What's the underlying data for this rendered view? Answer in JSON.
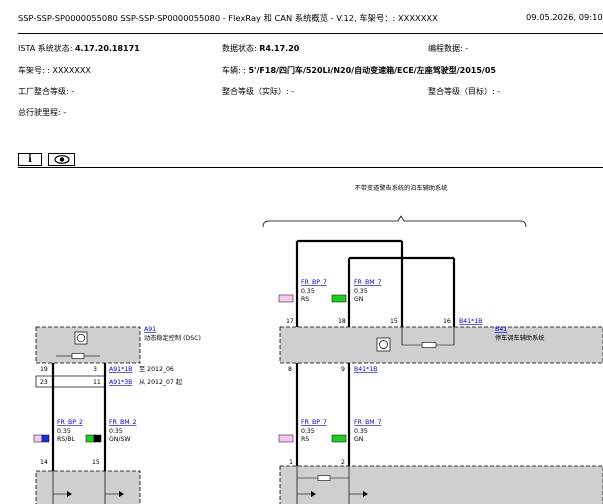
{
  "header": {
    "title": "SSP-SSP-SP0000055080  SSP-SSP-SP0000055080  - FlexRay 和 CAN 系统概览 - V.12, 车架号：: XXXXXXX",
    "date": "09.05.2026,  09:10"
  },
  "info": {
    "ista_label": "ISTA 系统状态: ",
    "ista_value": "4.17.20.18171",
    "data_label": "数据状态: ",
    "data_value": "R4.17.20",
    "edit_label": "编程数据: -",
    "vin_label": "车架号: : XXXXXXX",
    "vehicle_label": "车辆: : ",
    "vehicle_value": "5'/F18/四门车/520Li/N20/自动变速箱/ECE/左座驾驶型/2015/05",
    "factory_label": "工厂整合等级: -",
    "ilevel_actual_label": "整合等级（实际）: -",
    "ilevel_target_label": "整合等级（目标）: -",
    "mileage_label": "总行驶里程: -"
  },
  "toolbar": {
    "info_icon": "info-icon",
    "view_icon": "eye-icon"
  },
  "diagram": {
    "top_caption": "不带变道警告系统的泊车辅助系统",
    "dsc": {
      "ref": "A91",
      "name": "动态稳定控制 (DSC)",
      "conn1": "A91*1B",
      "conn1_note": "至 2012_06",
      "conn3": "A91*3B",
      "conn3_note": "从 2012_07 起",
      "pin19": "19",
      "pin3": "3",
      "pin23": "23",
      "pin11": "11",
      "pin14": "14",
      "pin15": "15"
    },
    "pma": {
      "ref": "B41",
      "name": "停车调车辅助系统",
      "conn1": "B41*1B",
      "pin17": "17",
      "pin18": "18",
      "pin15": "15",
      "pin16": "16",
      "pin8": "8",
      "pin9": "9",
      "pin1": "1",
      "pin2": "2"
    },
    "wires": {
      "bp_name": "FR_BP_7",
      "bm_name": "FR_BM_7",
      "bp2_name": "FR_BP_2",
      "bm2_name": "FR_BM_2",
      "size": "0.35",
      "rs": "RS",
      "gn": "GN",
      "rsbl": "RS/BL",
      "gnsw": "GN/SW"
    },
    "colors": {
      "pink": "#f6c8f0",
      "green": "#22cc22",
      "blue": "#1f2fd8",
      "black": "#000000",
      "grey": "#cfcfcf"
    }
  }
}
